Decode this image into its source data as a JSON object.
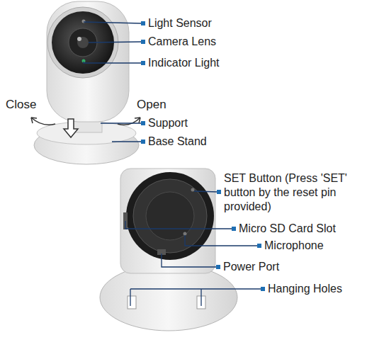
{
  "diagram": {
    "labels": [
      "Light Sensor",
      "Camera Lens",
      "Indicator Light",
      "Close",
      "Open",
      "Support",
      "Base Stand",
      "SET Button (Press 'SET' button by the reset pin provided)",
      "Micro SD Card Slot",
      "Microphone",
      "Power Port",
      "Hanging Holes"
    ]
  }
}
